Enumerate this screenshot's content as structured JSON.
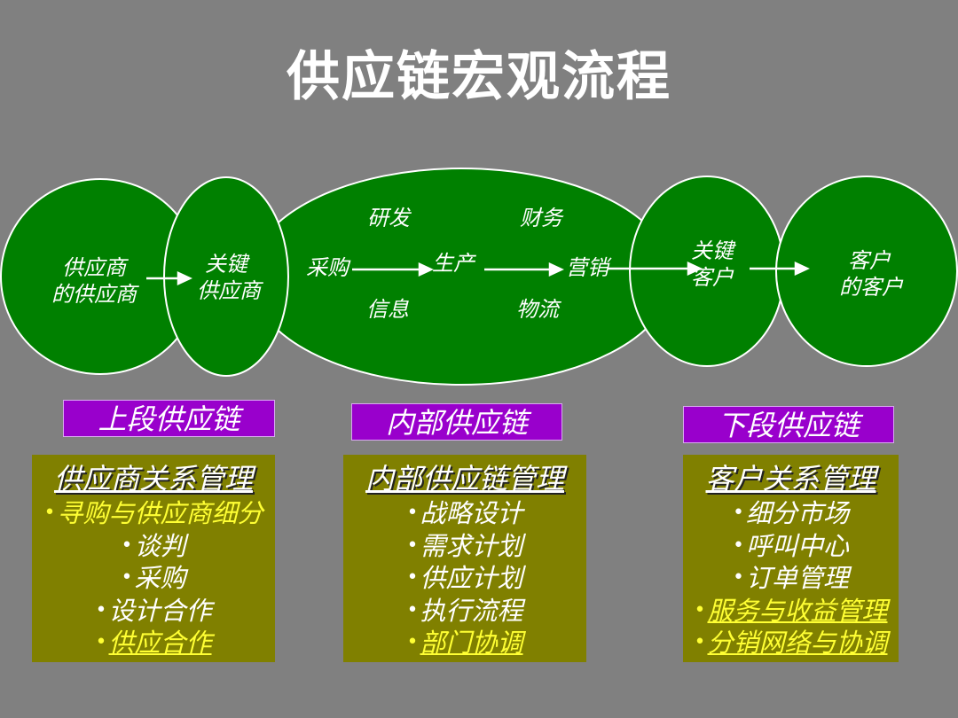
{
  "title": "供应链宏观流程",
  "flow": {
    "upstream_supplier": [
      "供应商",
      "的供应商"
    ],
    "key_supplier": [
      "关键",
      "供应商"
    ],
    "internal": {
      "top": [
        "研发",
        "财务"
      ],
      "middle": [
        "采购",
        "生产",
        "营销"
      ],
      "bottom": [
        "信息",
        "物流"
      ]
    },
    "key_customer": [
      "关键",
      "客户"
    ],
    "downstream_customer": [
      "客户",
      "的客户"
    ]
  },
  "segments": [
    {
      "tag": "上段供应链",
      "heading": "供应商关系管理",
      "items": [
        {
          "text": "寻购与供应商细分",
          "highlight": true,
          "underline": false
        },
        {
          "text": "谈判",
          "highlight": false,
          "underline": false
        },
        {
          "text": "采购",
          "highlight": false,
          "underline": false
        },
        {
          "text": "设计合作",
          "highlight": false,
          "underline": false
        },
        {
          "text": "供应合作",
          "highlight": true,
          "underline": true
        }
      ]
    },
    {
      "tag": "内部供应链",
      "heading": "内部供应链管理",
      "items": [
        {
          "text": "战略设计",
          "highlight": false,
          "underline": false
        },
        {
          "text": "需求计划",
          "highlight": false,
          "underline": false
        },
        {
          "text": "供应计划",
          "highlight": false,
          "underline": false
        },
        {
          "text": "执行流程",
          "highlight": false,
          "underline": false
        },
        {
          "text": "部门协调",
          "highlight": true,
          "underline": true
        }
      ]
    },
    {
      "tag": "下段供应链",
      "heading": "客户关系管理",
      "items": [
        {
          "text": "细分市场",
          "highlight": false,
          "underline": false
        },
        {
          "text": "呼叫中心",
          "highlight": false,
          "underline": false
        },
        {
          "text": "订单管理",
          "highlight": false,
          "underline": false
        },
        {
          "text": "服务与收益管理",
          "highlight": true,
          "underline": true
        },
        {
          "text": "分销网络与协调",
          "highlight": true,
          "underline": true
        }
      ]
    }
  ],
  "colors": {
    "background": "#808080",
    "node_fill": "#008000",
    "tag_fill": "#9900cc",
    "box_fill": "#808000",
    "highlight_text": "#ffff33"
  }
}
